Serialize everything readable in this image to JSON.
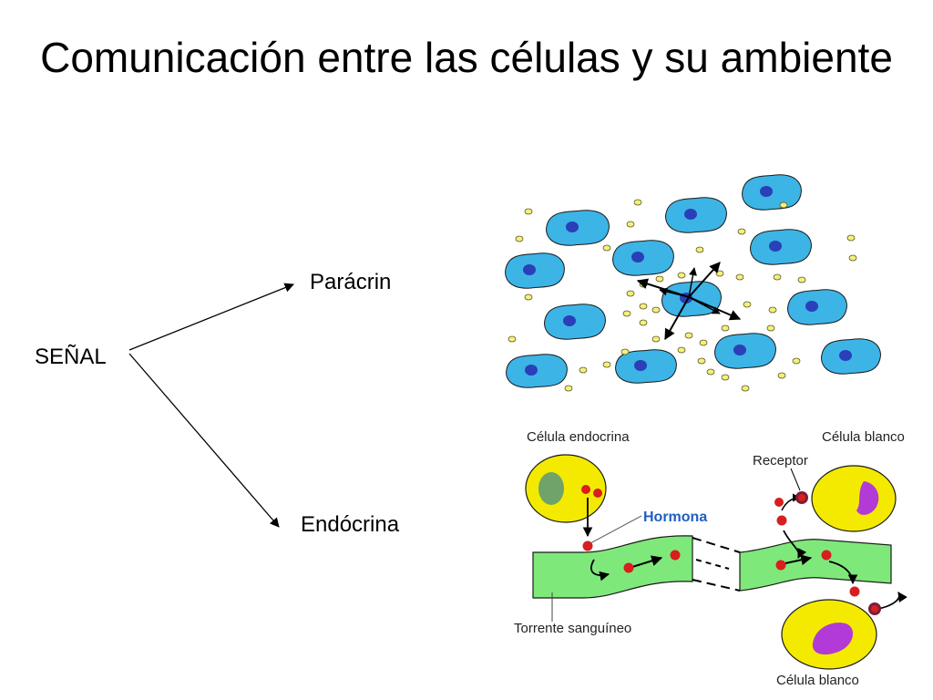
{
  "slide": {
    "title": "Comunicación entre las células y su ambiente"
  },
  "branches": {
    "root": "SEÑAL",
    "upper": "Parácrin",
    "lower": "Endócrina"
  },
  "endocrine_diagram": {
    "endocrine_cell": "Célula endocrina",
    "target_cell_top": "Célula blanco",
    "receptor": "Receptor",
    "hormone": "Hormona",
    "bloodstream": "Torrente sanguíneo",
    "target_cell_bottom": "Célula blanco"
  },
  "colors": {
    "paracrine_cell": "#3cb4e6",
    "nucleus": "#2a3fb8",
    "endocrine_cell": "#f4ea00",
    "bloodstream": "#7fe87a",
    "hormone": "#d81e1e",
    "target_nucleus": "#b23ad6"
  }
}
